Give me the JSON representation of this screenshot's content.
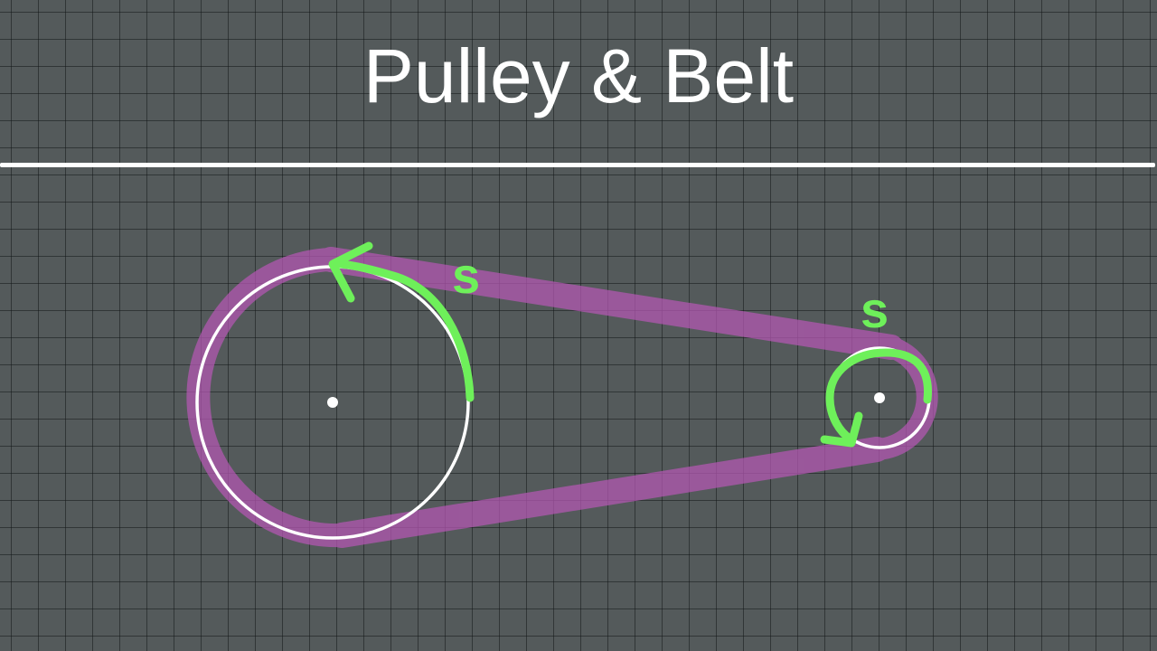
{
  "title": "Pulley & Belt",
  "colors": {
    "background": "#545a5b",
    "belt": "#b657b4",
    "pulley": "#ffffff",
    "arrow": "#6ef05a"
  },
  "annotations": {
    "large_pulley_label": "s",
    "small_pulley_label": "s"
  }
}
